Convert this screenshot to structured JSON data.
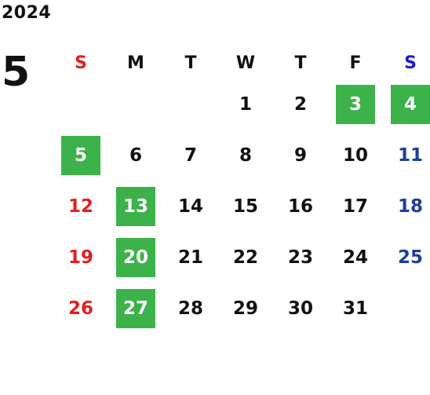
{
  "calendar": {
    "year": "2024",
    "month": "5",
    "weekday_headers": [
      "S",
      "M",
      "T",
      "W",
      "T",
      "F",
      "S"
    ],
    "weeks": [
      [
        "",
        "",
        "",
        "1",
        "2",
        "3",
        "4"
      ],
      [
        "5",
        "6",
        "7",
        "8",
        "9",
        "10",
        "11"
      ],
      [
        "12",
        "13",
        "14",
        "15",
        "16",
        "17",
        "18"
      ],
      [
        "19",
        "20",
        "21",
        "22",
        "23",
        "24",
        "25"
      ],
      [
        "26",
        "27",
        "28",
        "29",
        "30",
        "31",
        ""
      ]
    ],
    "holidays": [
      "3",
      "4",
      "5",
      "13",
      "20",
      "27"
    ],
    "colors": {
      "sunday": "#e02020",
      "saturday": "#1f3d99",
      "saturday_header": "#1a1ad9",
      "weekday": "#111111",
      "holiday_bg": "#3db24a",
      "holiday_text": "#ffffff"
    }
  }
}
